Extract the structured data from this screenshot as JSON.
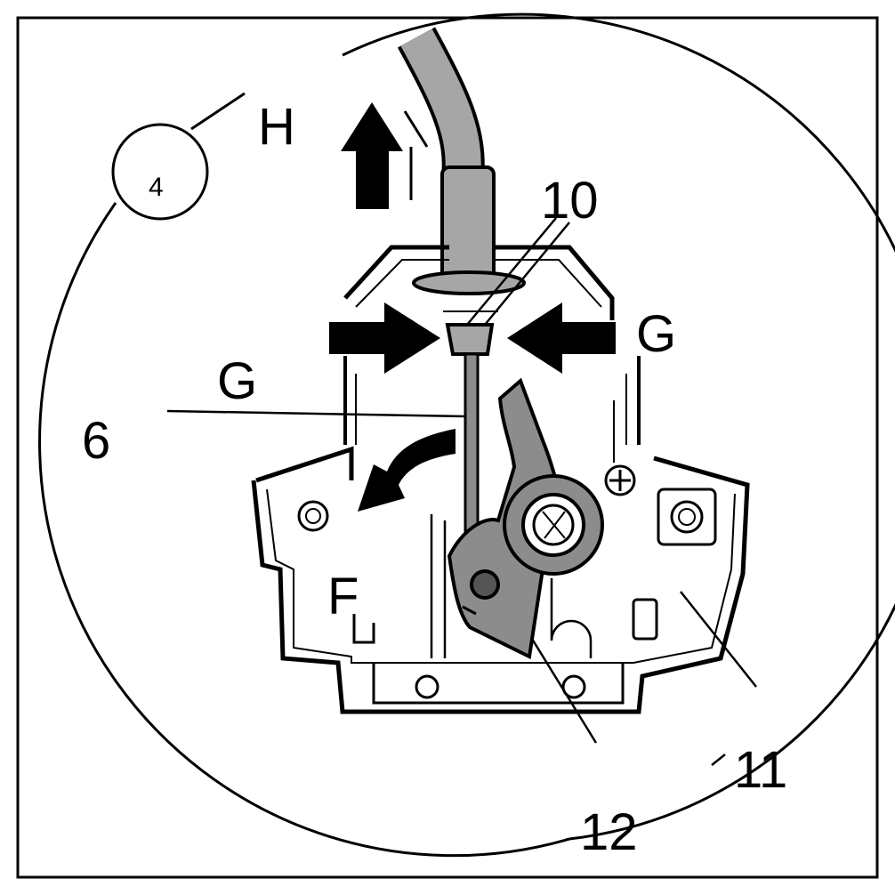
{
  "diagram": {
    "step_number": "4",
    "labels": {
      "h": "H",
      "g_right": "G",
      "g_left": "G",
      "f": "F",
      "n6": "6",
      "n10": "10",
      "n11": "11",
      "n12": "12"
    },
    "colors": {
      "line": "#000000",
      "cable": "#a6a6a6",
      "lever": "#8c8c8c",
      "background": "#ffffff"
    }
  }
}
